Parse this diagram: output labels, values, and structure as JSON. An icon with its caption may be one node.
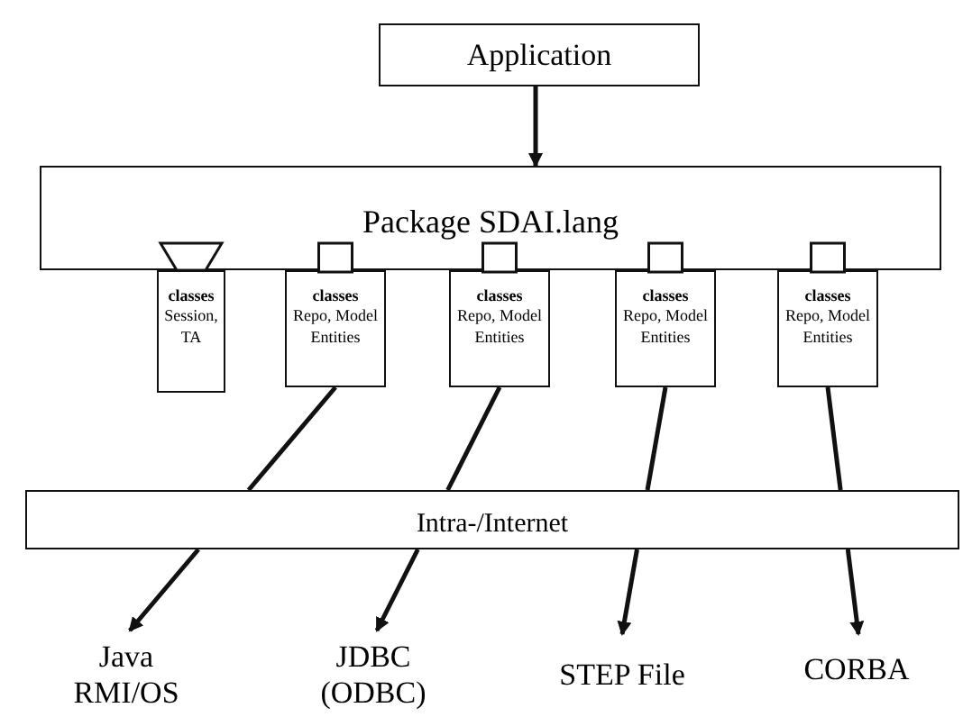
{
  "diagram": {
    "nodes": [
      {
        "text": [
          "Application"
        ]
      },
      {
        "text": [
          "Package SDAI.lang"
        ]
      },
      {
        "text": [
          "classes",
          "Session, TA"
        ]
      },
      {
        "text": [
          "classes",
          "Repo, Model Entities"
        ]
      },
      {
        "text": [
          "classes",
          "Repo, Model Entities"
        ]
      },
      {
        "text": [
          "classes",
          "Repo, Model Entities"
        ]
      },
      {
        "text": [
          "classes",
          "Repo, Model Entities"
        ]
      },
      {
        "text": [
          "Intra-/Internet"
        ]
      },
      {
        "text": [
          "Java RMI/OS"
        ]
      },
      {
        "text": [
          "JDBC (ODBC)"
        ]
      },
      {
        "text": [
          "STEP File"
        ]
      },
      {
        "text": [
          "CORBA"
        ]
      }
    ],
    "edges": [
      {
        "from": 0,
        "to": 1,
        "arrow": "to"
      },
      {
        "from": 3,
        "to": 7,
        "arrow": "none"
      },
      {
        "from": 7,
        "to": 8,
        "arrow": "to"
      },
      {
        "from": 4,
        "to": 7,
        "arrow": "none"
      },
      {
        "from": 7,
        "to": 9,
        "arrow": "to"
      },
      {
        "from": 5,
        "to": 7,
        "arrow": "none"
      },
      {
        "from": 7,
        "to": 10,
        "arrow": "to"
      },
      {
        "from": 6,
        "to": 7,
        "arrow": "none"
      },
      {
        "from": 7,
        "to": 11,
        "arrow": "to"
      }
    ]
  }
}
